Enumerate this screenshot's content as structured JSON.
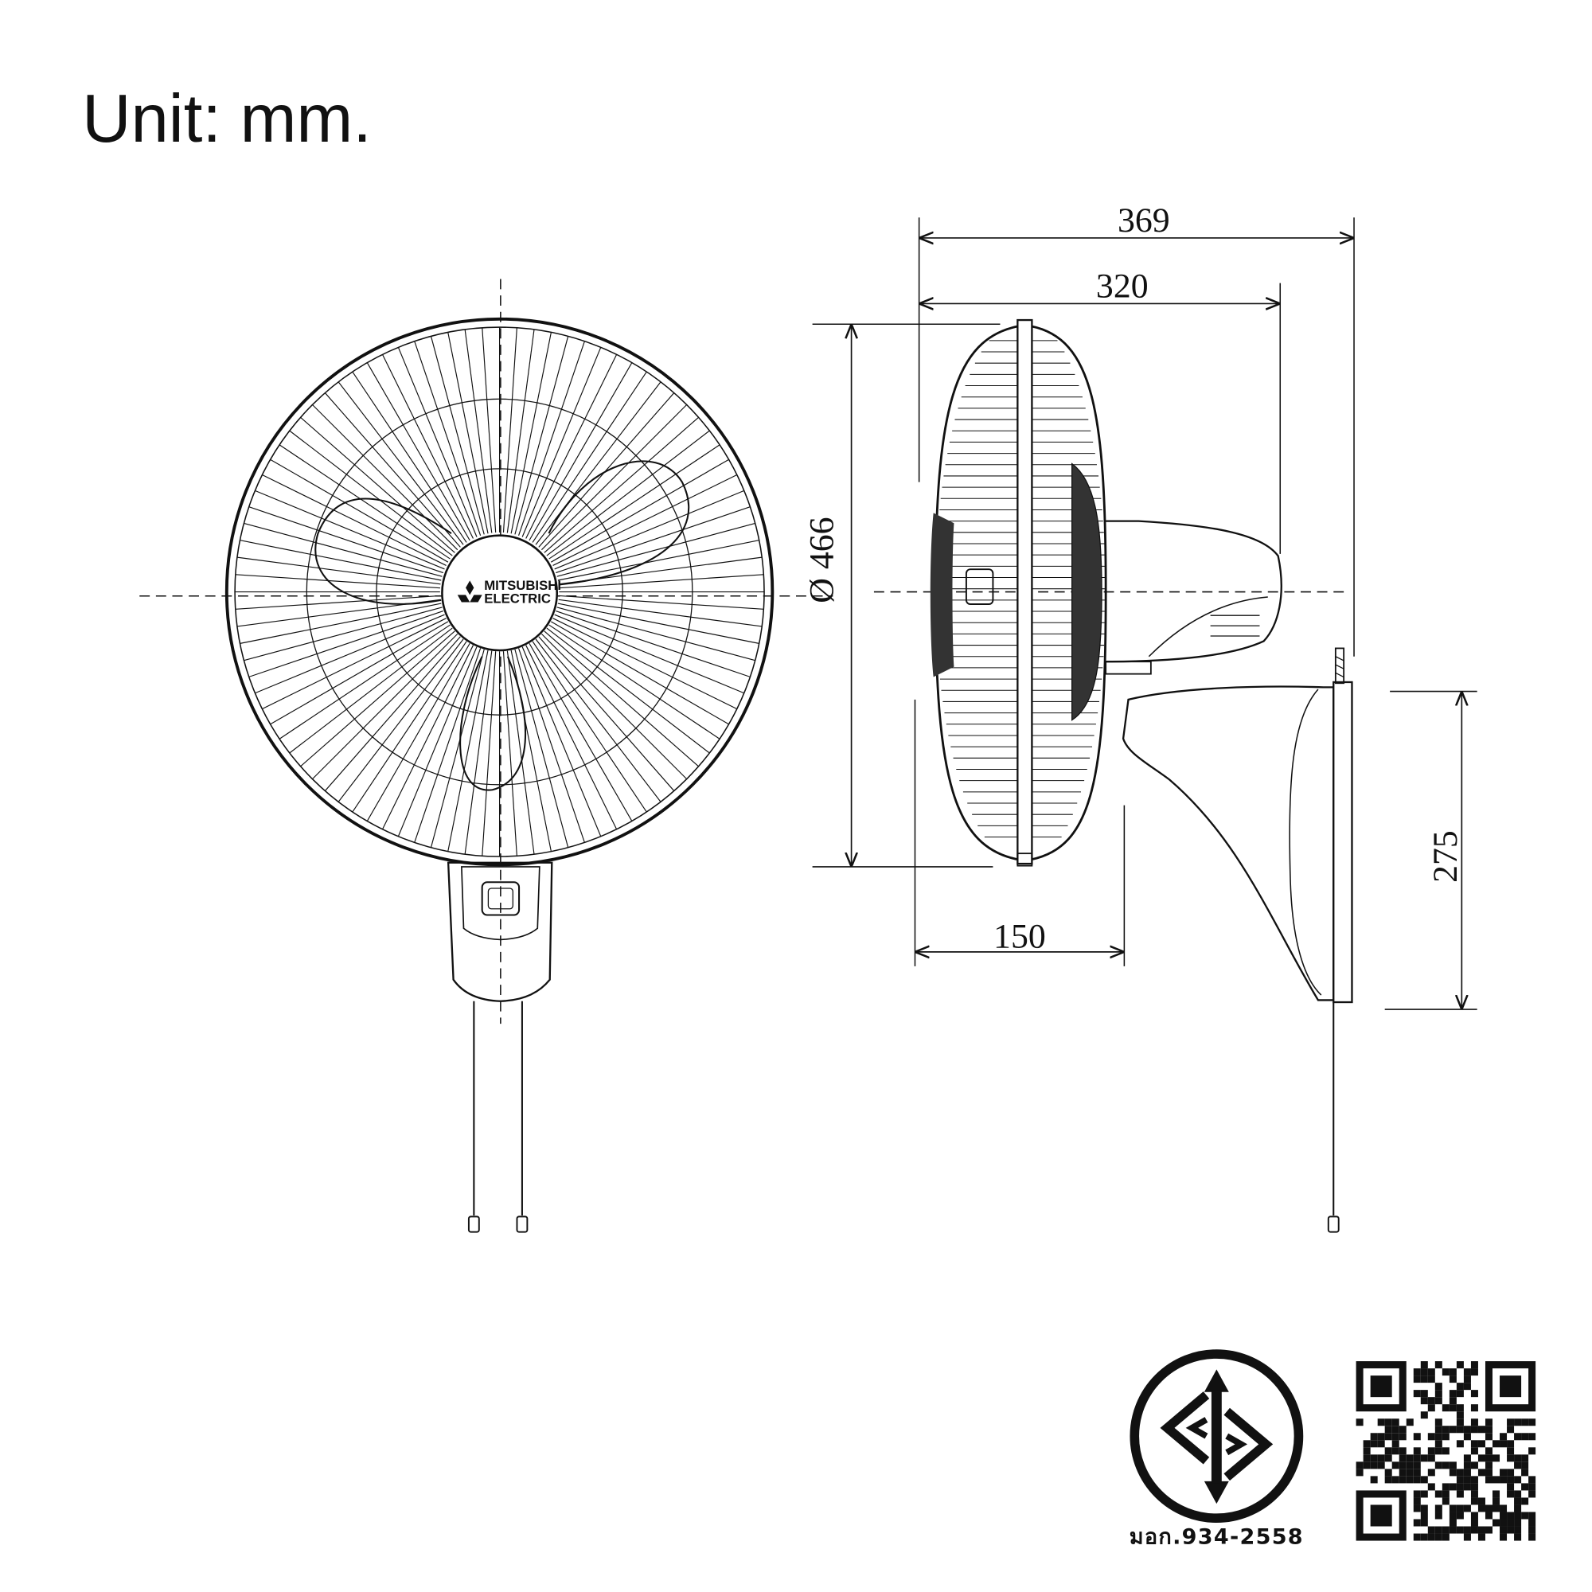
{
  "unit_label": "Unit: mm.",
  "brand": {
    "line1": "MITSUBISHI",
    "line2": "ELECTRIC"
  },
  "dimensions": {
    "overall_depth": "369",
    "head_depth": "320",
    "grille_diameter": "Ø 466",
    "bracket_depth": "150",
    "mount_height": "275"
  },
  "certification": {
    "mark_text": "มอก.934-2558"
  },
  "colors": {
    "line": "#111111",
    "background": "#ffffff"
  }
}
